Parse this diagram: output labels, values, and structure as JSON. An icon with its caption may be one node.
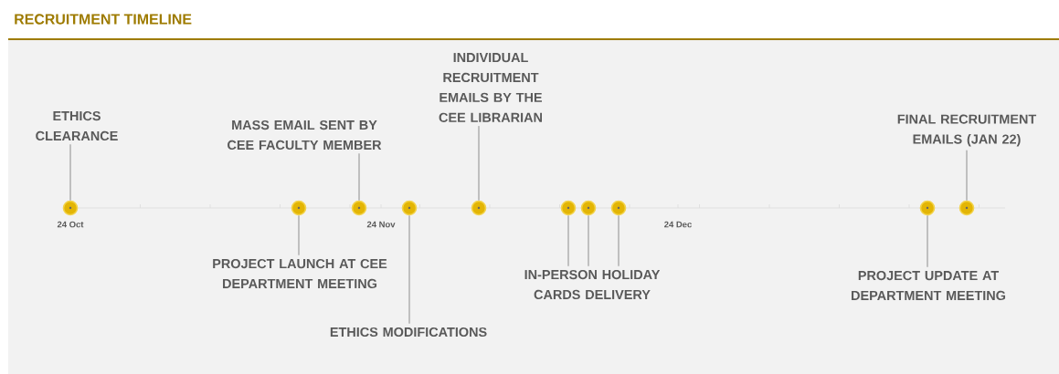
{
  "diagram": {
    "title": "RECRUITMENT TIMELINE",
    "nodes": [
      {
        "text": [
          "ETHICS CLEARANCE"
        ]
      },
      {
        "text": [
          "MASS EMAIL SENT BY CEE FACULTY MEMBER"
        ]
      },
      {
        "text": [
          "INDIVIDUAL RECRUITMENT EMAILS BY THE CEE LIBRARIAN"
        ]
      },
      {
        "text": [
          "FINAL RECRUITMENT EMAILS  (JAN 22)"
        ]
      },
      {
        "text": [
          "PROJECT LAUNCH AT CEE DEPARTMENT MEETING"
        ]
      },
      {
        "text": [
          "ETHICS  MODIFICATIONS"
        ]
      },
      {
        "text": [
          "IN-PERSON HOLIDAY CARDS DELIVERY"
        ]
      },
      {
        "text": [
          "PROJECT UPDATE AT DEPARTMENT MEETING"
        ]
      },
      {
        "text": [],
        "shape": "circle"
      },
      {
        "text": [],
        "shape": "circle"
      },
      {
        "text": [],
        "shape": "circle"
      },
      {
        "text": [],
        "shape": "circle"
      },
      {
        "text": [],
        "shape": "circle"
      },
      {
        "text": [],
        "shape": "circle"
      },
      {
        "text": [],
        "shape": "circle"
      },
      {
        "text": [],
        "shape": "circle"
      },
      {
        "text": [],
        "shape": "circle"
      },
      {
        "text": [],
        "shape": "circle"
      }
    ],
    "edges": [
      {
        "from": 0,
        "to": 8,
        "arrow": "none"
      },
      {
        "from": 4,
        "to": 9,
        "arrow": "none"
      },
      {
        "from": 1,
        "to": 10,
        "arrow": "none"
      },
      {
        "from": 5,
        "to": 11,
        "arrow": "none"
      },
      {
        "from": 2,
        "to": 12,
        "arrow": "none"
      },
      {
        "from": 6,
        "to": 13,
        "arrow": "none"
      },
      {
        "from": 6,
        "to": 14,
        "arrow": "none"
      },
      {
        "from": 6,
        "to": 15,
        "arrow": "none"
      },
      {
        "from": 7,
        "to": 16,
        "arrow": "none"
      },
      {
        "from": 3,
        "to": 17,
        "arrow": "none"
      }
    ],
    "labels": [
      "24 Oct",
      "24 Nov",
      "24 Dec"
    ]
  }
}
